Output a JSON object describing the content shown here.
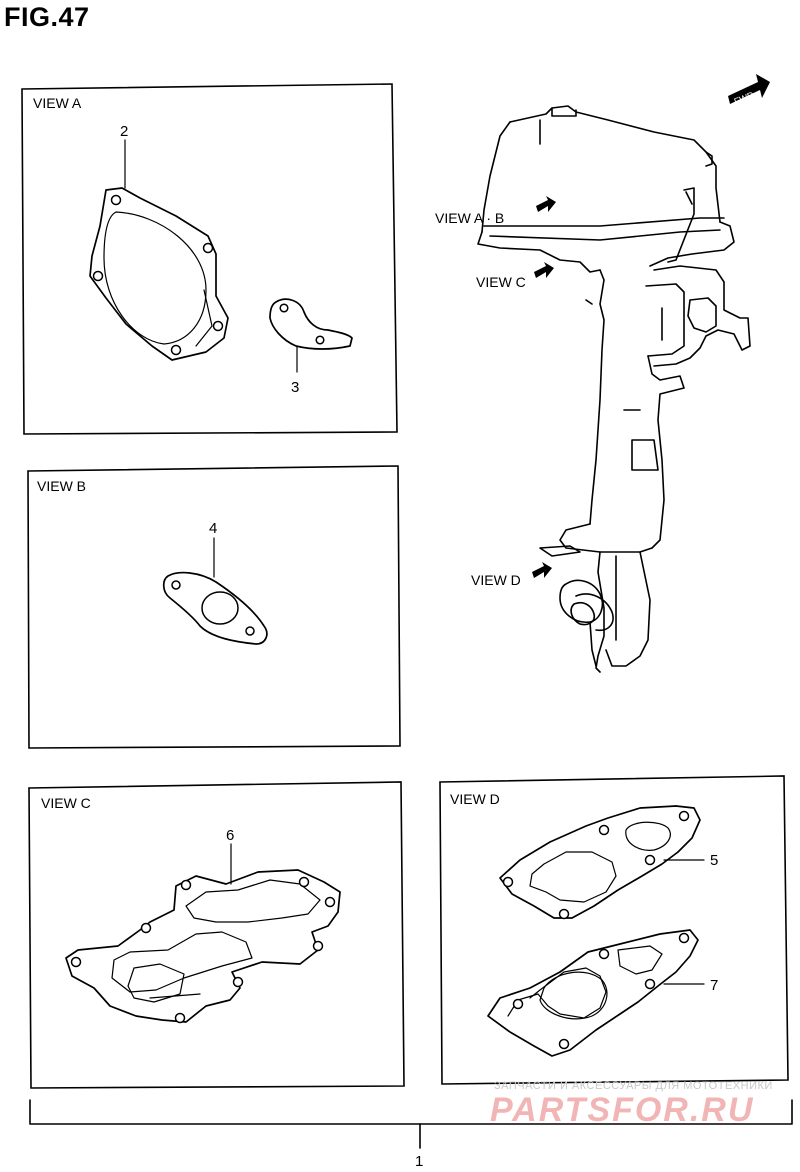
{
  "figure": {
    "title": "FIG.47"
  },
  "views": {
    "a": {
      "label": "VIEW A"
    },
    "b": {
      "label": "VIEW B"
    },
    "c": {
      "label": "VIEW C"
    },
    "d": {
      "label": "VIEW D"
    }
  },
  "parts": {
    "p1": "1",
    "p2": "2",
    "p3": "3",
    "p4": "4",
    "p5": "5",
    "p6": "6",
    "p7": "7"
  },
  "engine": {
    "callout_ab": "VIEW A · B",
    "callout_c": "VIEW C",
    "callout_d": "VIEW D",
    "fwd": "FWD"
  },
  "watermark": {
    "line1": "ЗАПЧАСТИ И АКСЕССУАРЫ ДЛЯ МОТОТЕХНИКИ",
    "line2": "PARTSFOR.RU"
  }
}
